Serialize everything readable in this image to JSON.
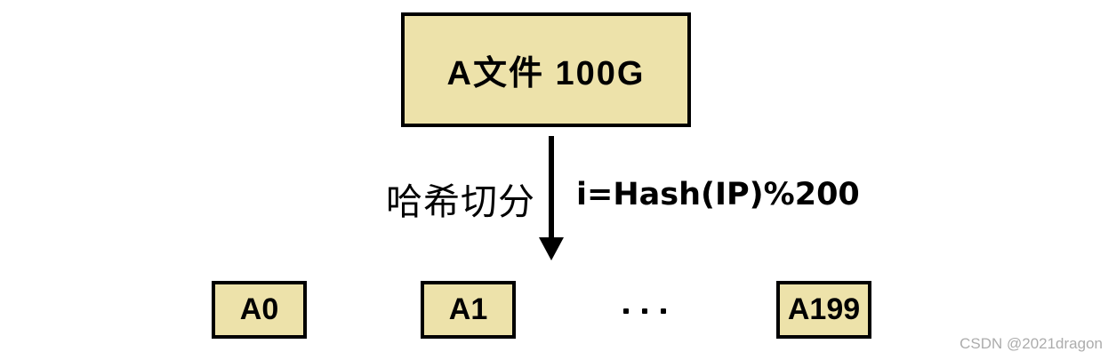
{
  "diagram": {
    "source_box": {
      "label": "A文件 100G"
    },
    "arrow": {
      "direction": "down",
      "left_label": "哈希切分",
      "right_label": "i=Hash(IP)%200"
    },
    "output_boxes": [
      {
        "label": "A0"
      },
      {
        "label": "A1"
      },
      {
        "label": "A199"
      }
    ],
    "ellipsis": "···",
    "colors": {
      "box_fill": "#EDE2AA",
      "box_border": "#000000",
      "text": "#000000",
      "background": "#FFFFFF",
      "watermark": "#ACACAC"
    }
  },
  "watermark": {
    "text": "CSDN @2021dragon"
  }
}
